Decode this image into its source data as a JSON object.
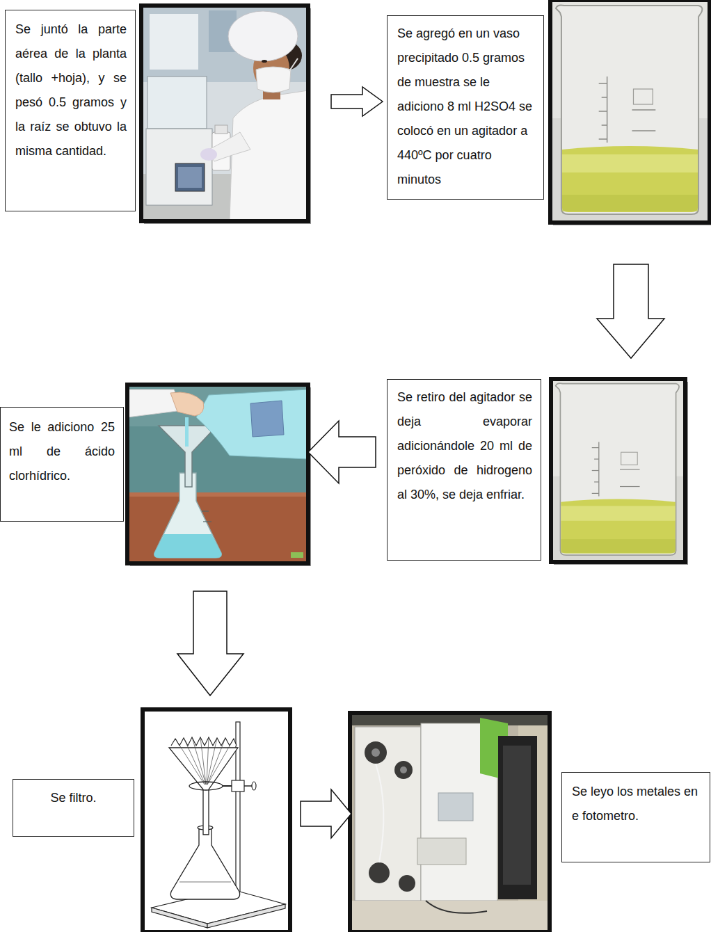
{
  "diagram": {
    "nodes": [
      {
        "text": [
          "Se juntó la parte aérea de la planta (tallo +hoja), y se pesó 0.5 gramos y la raíz se obtuvo la misma cantidad."
        ]
      },
      {
        "text": [
          "Se agregó en un vaso precipitado 0.5 gramos de muestra se le adiciono 8 ml H2SO4 se colocó en un agitador a 440ºC por cuatro minutos"
        ]
      },
      {
        "text": [
          "Se retiro del agitador se deja evaporar adicionándole 20 ml de peróxido de hidrogeno al 30%, se deja enfriar."
        ]
      },
      {
        "text": [
          "Se le adiciono 25 ml de ácido clorhídrico."
        ]
      },
      {
        "text": [
          "Se filtro."
        ]
      },
      {
        "text": [
          "Se leyo los metales en e fotometro."
        ]
      }
    ]
  }
}
